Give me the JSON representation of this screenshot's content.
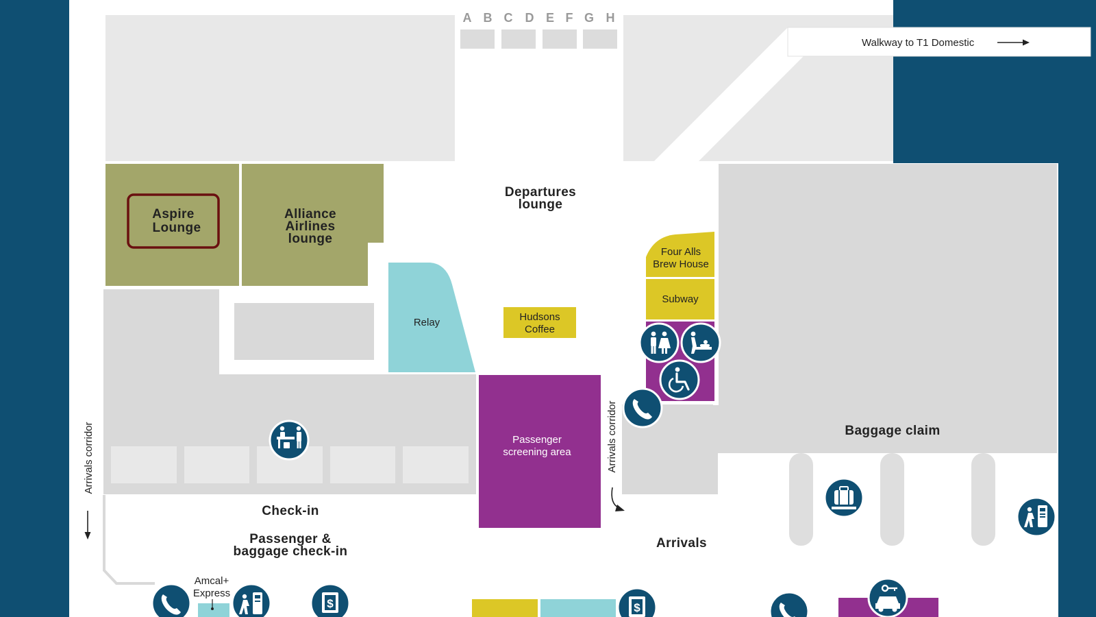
{
  "map": {
    "colors": {
      "background": "#0f4f72",
      "floor": "#ffffff",
      "building": "#d9d9d9",
      "building_light": "#e8e8e8",
      "lounge": "#a3a66a",
      "food": "#dcc726",
      "retail": "#8fd3d8",
      "services": "#92308f",
      "icon": "#0f4f72",
      "lounge_border": "#6a1010"
    },
    "gates": [
      "A",
      "B",
      "C",
      "D",
      "E",
      "F",
      "G",
      "H"
    ],
    "walkway": {
      "label": "Walkway to T1 Domestic"
    },
    "areas": {
      "aspire": [
        "Aspire",
        "Lounge"
      ],
      "alliance": [
        "Alliance",
        "Airlines",
        "lounge"
      ],
      "departures": [
        "Departures",
        "lounge"
      ],
      "relay": "Relay",
      "hudsons": [
        "Hudsons",
        "Coffee"
      ],
      "fouralls": [
        "Four Alls",
        "Brew House"
      ],
      "subway": "Subway",
      "screening": [
        "Passenger",
        "screening area"
      ],
      "baggage_claim": "Baggage claim",
      "checkin": "Check-in",
      "pax_checkin": [
        "Passenger &",
        "baggage check-in"
      ],
      "arrivals": "Arrivals",
      "amcal": [
        "Amcal+",
        "Express"
      ]
    },
    "corridors": {
      "left": "Arrivals corridor",
      "middle": "Arrivals corridor"
    },
    "icons": {
      "toilets": "toilets-icon",
      "baby_change": "baby-change-icon",
      "accessible": "accessible-toilet-icon",
      "phone": "phone-icon",
      "info_desk": "information-desk-icon",
      "baggage": "baggage-icon",
      "ticket_machine": "ticket-machine-icon",
      "atm": "atm-icon",
      "car_rental": "car-rental-icon"
    }
  }
}
